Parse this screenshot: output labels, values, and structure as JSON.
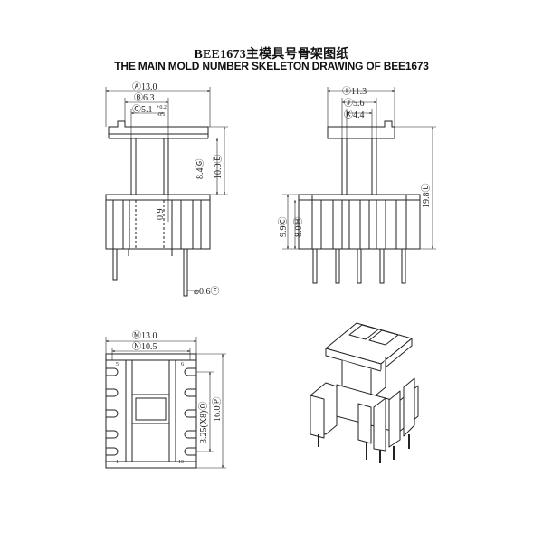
{
  "title_cn": "BEE1673主模具号骨架图纸",
  "title_en": "THE MAIN MOLD NUMBER SKELETON DRAWING OF BEE1673",
  "front_view": {
    "A": "Ⓐ13.0",
    "B": "Ⓑ6.3",
    "C": "Ⓒ5.1",
    "C_tol_plus": "+0.2",
    "C_tol_minus": "-0.1",
    "G": "8.4Ⓖ",
    "E": "10.0Ⓔ",
    "inner": "0.9",
    "F": "⌀0.6Ⓕ"
  },
  "side_view": {
    "I": "Ⓘ11.3",
    "J": "Ⓙ5.6",
    "K": "Ⓚ4.4",
    "L": "19.8Ⓛ",
    "C": "9.9Ⓒ",
    "H": "8.0Ⓗ"
  },
  "bottom_view": {
    "M": "Ⓜ13.0",
    "N": "Ⓝ10.5",
    "O": "3.25(X8)Ⓞ",
    "P": "16.0Ⓟ",
    "pins": [
      "1",
      "5",
      "6",
      "10"
    ]
  }
}
